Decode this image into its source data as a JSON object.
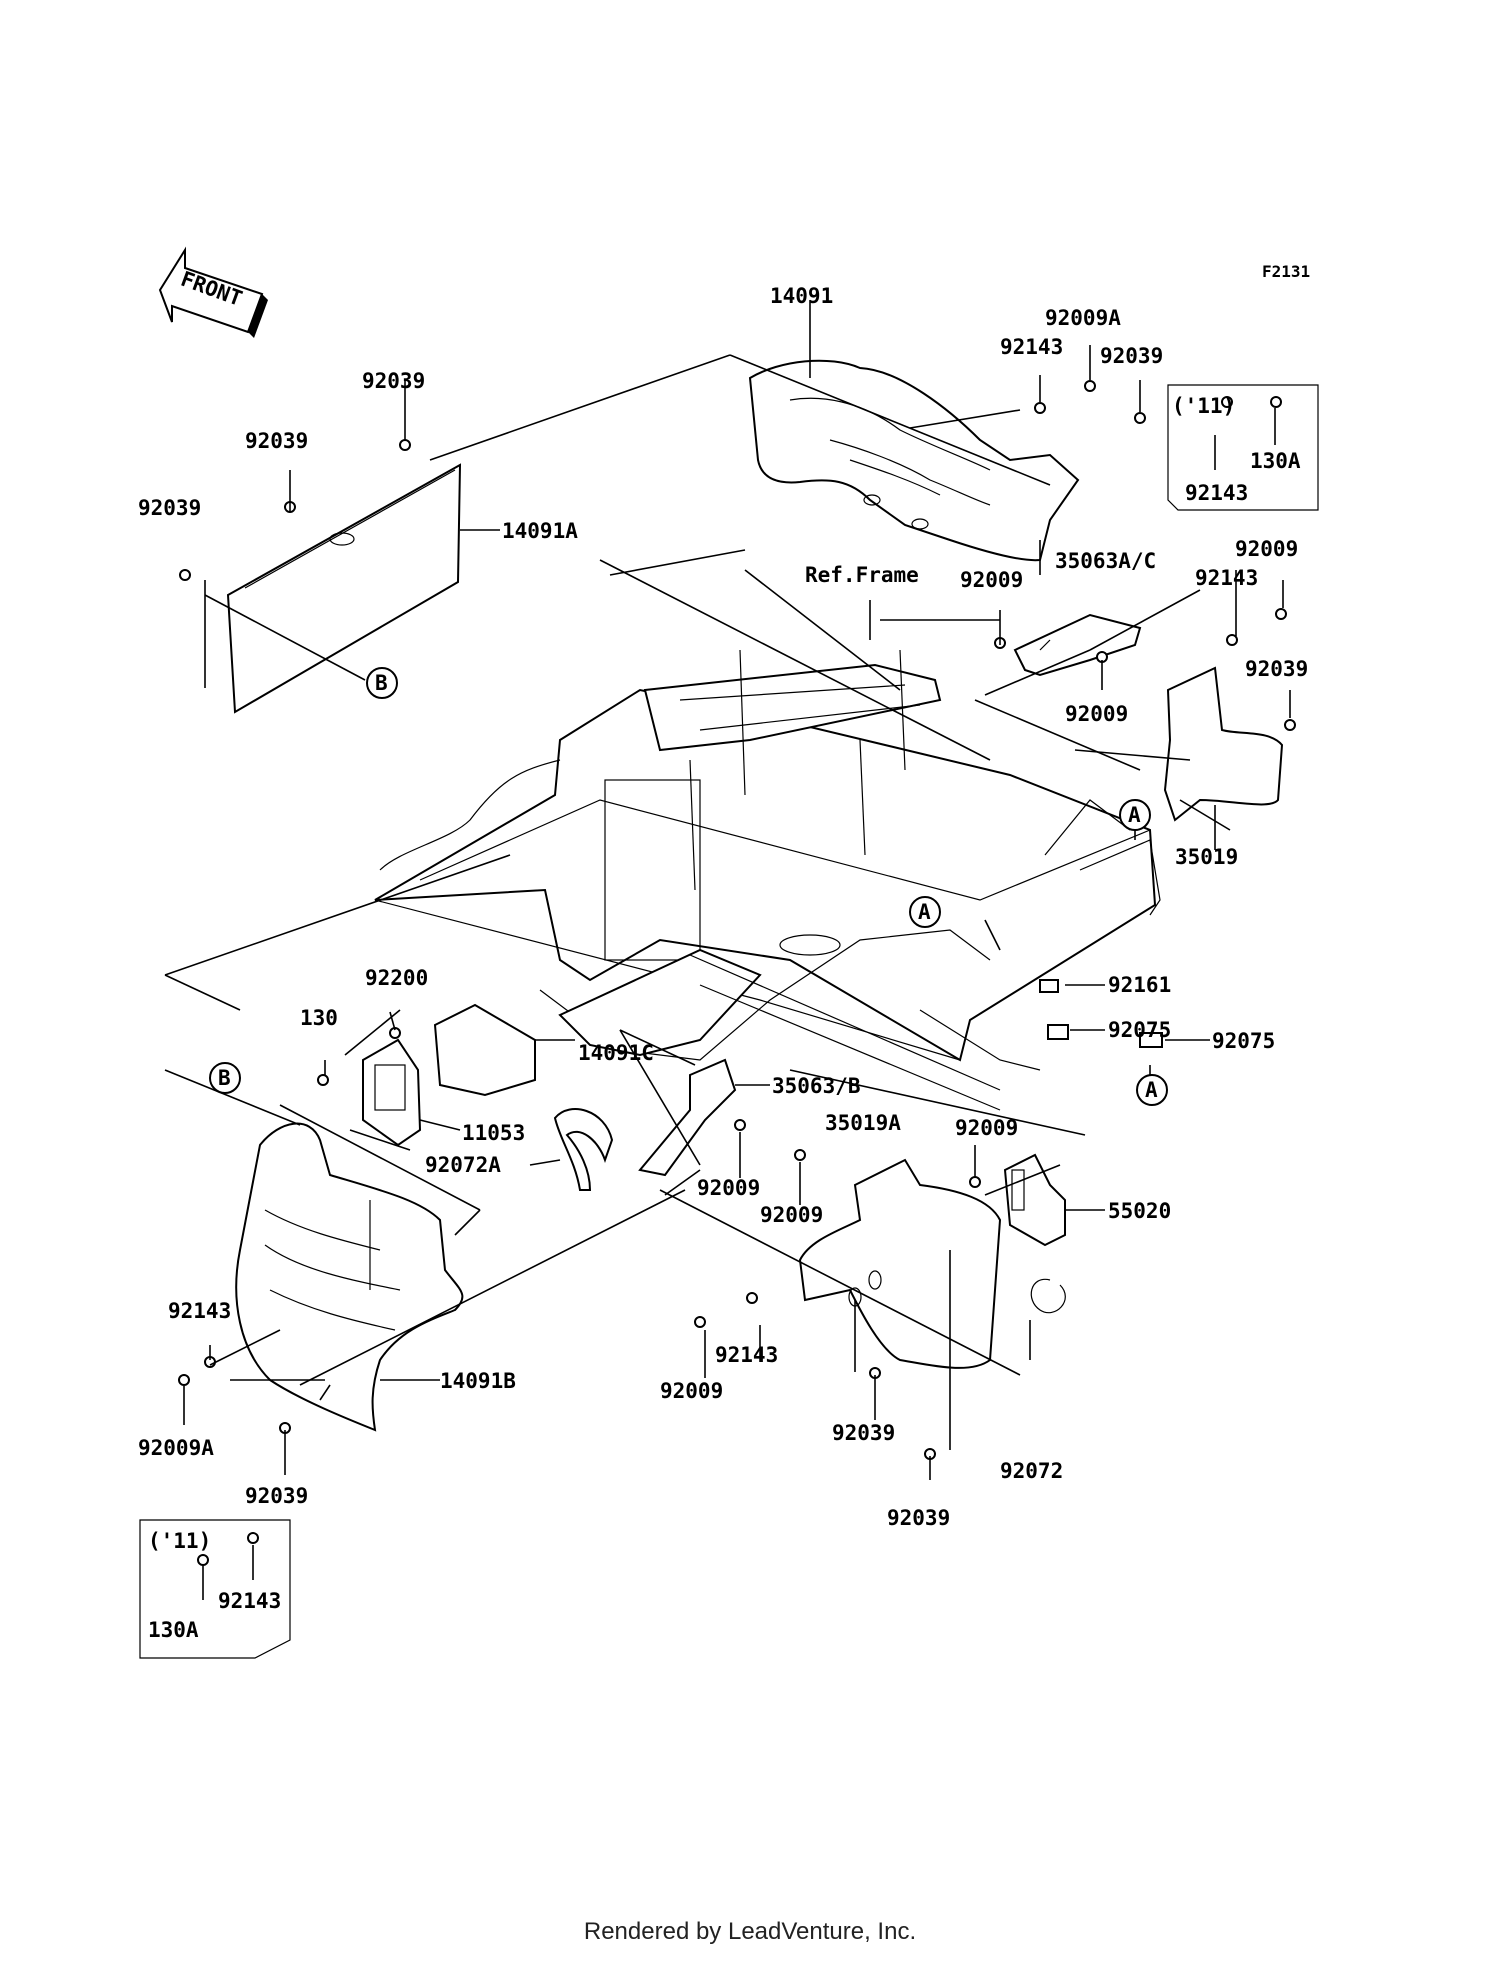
{
  "diagram_code": "F2131",
  "front_label": "FRONT",
  "footer": "Rendered by LeadVenture, Inc.",
  "parts": [
    {
      "id": "14091",
      "text": "14091"
    },
    {
      "id": "92009A_top",
      "text": "92009A"
    },
    {
      "id": "92143_top",
      "text": "92143"
    },
    {
      "id": "92039_top",
      "text": "92039"
    },
    {
      "id": "92039_a",
      "text": "92039"
    },
    {
      "id": "92039_b",
      "text": "92039"
    },
    {
      "id": "92039_c",
      "text": "92039"
    },
    {
      "id": "14091A",
      "text": "14091A"
    },
    {
      "id": "ref_frame",
      "text": "Ref.Frame"
    },
    {
      "id": "35063AC",
      "text": "35063A/C"
    },
    {
      "id": "92009_r1",
      "text": "92009"
    },
    {
      "id": "92143_r",
      "text": "92143"
    },
    {
      "id": "92009_r2",
      "text": "92009"
    },
    {
      "id": "92009_r3",
      "text": "92009"
    },
    {
      "id": "92039_r",
      "text": "92039"
    },
    {
      "id": "35019",
      "text": "35019"
    },
    {
      "id": "92161",
      "text": "92161"
    },
    {
      "id": "92075_a",
      "text": "92075"
    },
    {
      "id": "92075_b",
      "text": "92075"
    },
    {
      "id": "92200",
      "text": "92200"
    },
    {
      "id": "130",
      "text": "130"
    },
    {
      "id": "14091C",
      "text": "14091C"
    },
    {
      "id": "35063B",
      "text": "35063/B"
    },
    {
      "id": "11053",
      "text": "11053"
    },
    {
      "id": "92072A",
      "text": "92072A"
    },
    {
      "id": "35019A",
      "text": "35019A"
    },
    {
      "id": "92009_m1",
      "text": "92009"
    },
    {
      "id": "92009_m2",
      "text": "92009"
    },
    {
      "id": "92009_m3",
      "text": "92009"
    },
    {
      "id": "55020",
      "text": "55020"
    },
    {
      "id": "92143_l",
      "text": "92143"
    },
    {
      "id": "92009A_l",
      "text": "92009A"
    },
    {
      "id": "14091B",
      "text": "14091B"
    },
    {
      "id": "92039_l",
      "text": "92039"
    },
    {
      "id": "92009_b1",
      "text": "92009"
    },
    {
      "id": "92143_b",
      "text": "92143"
    },
    {
      "id": "92039_b1",
      "text": "92039"
    },
    {
      "id": "92039_b2",
      "text": "92039"
    },
    {
      "id": "92072",
      "text": "92072"
    }
  ],
  "inset_top": {
    "year": "('11)",
    "part1": "130A",
    "part2": "92143"
  },
  "inset_bottom": {
    "year": "('11)",
    "part1": "92143",
    "part2": "130A"
  },
  "markers": {
    "a": "A",
    "b": "B"
  }
}
